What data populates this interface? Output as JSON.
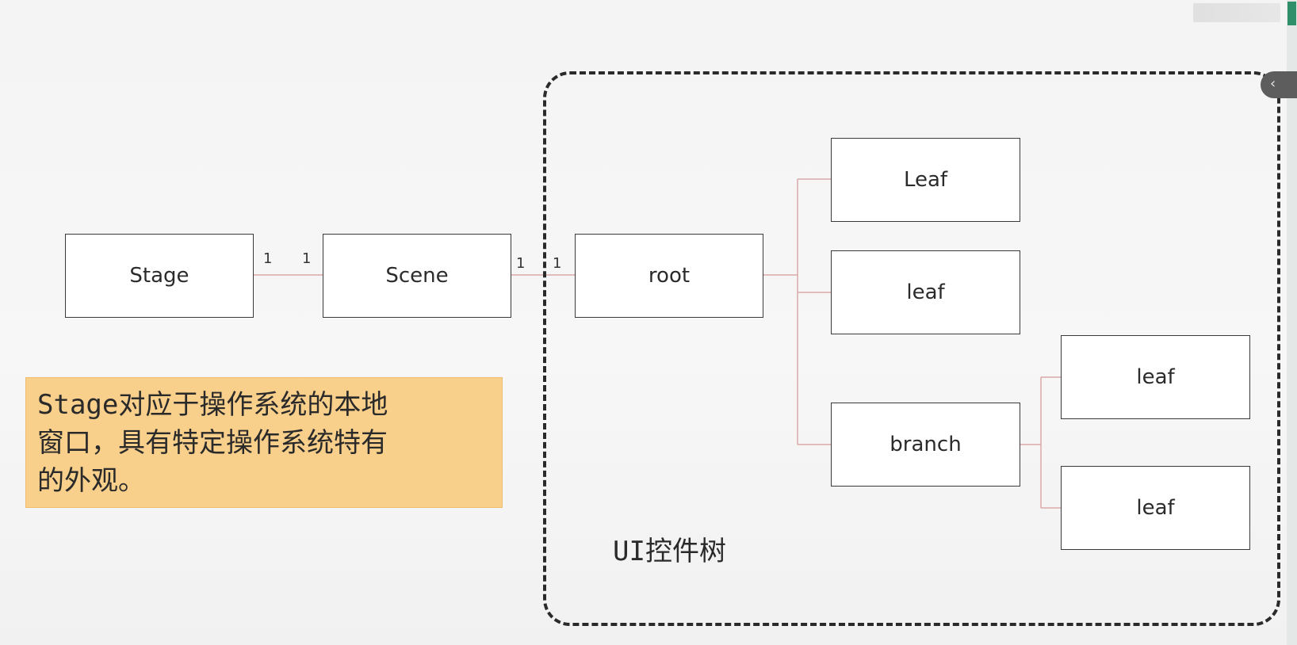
{
  "diagram": {
    "nodes": {
      "stage": "Stage",
      "scene": "Scene",
      "root": "root",
      "leaf_top": "Leaf",
      "leaf_mid": "leaf",
      "branch": "branch",
      "branch_leaf_1": "leaf",
      "branch_leaf_2": "leaf"
    },
    "multiplicities": {
      "stage_side": "1",
      "scene_left_side": "1",
      "scene_right_side": "1",
      "root_side": "1"
    },
    "tree_label": "UI控件树",
    "note_lines": [
      "Stage对应于操作系统的本地",
      "窗口，具有特定操作系统特有",
      "的外观。"
    ]
  },
  "colors": {
    "note_background": "#f8cf8b",
    "connector": "#d9a9a9",
    "box_border": "#3a3a3a"
  },
  "icons": {
    "corner_control": "chevron-left-icon"
  }
}
